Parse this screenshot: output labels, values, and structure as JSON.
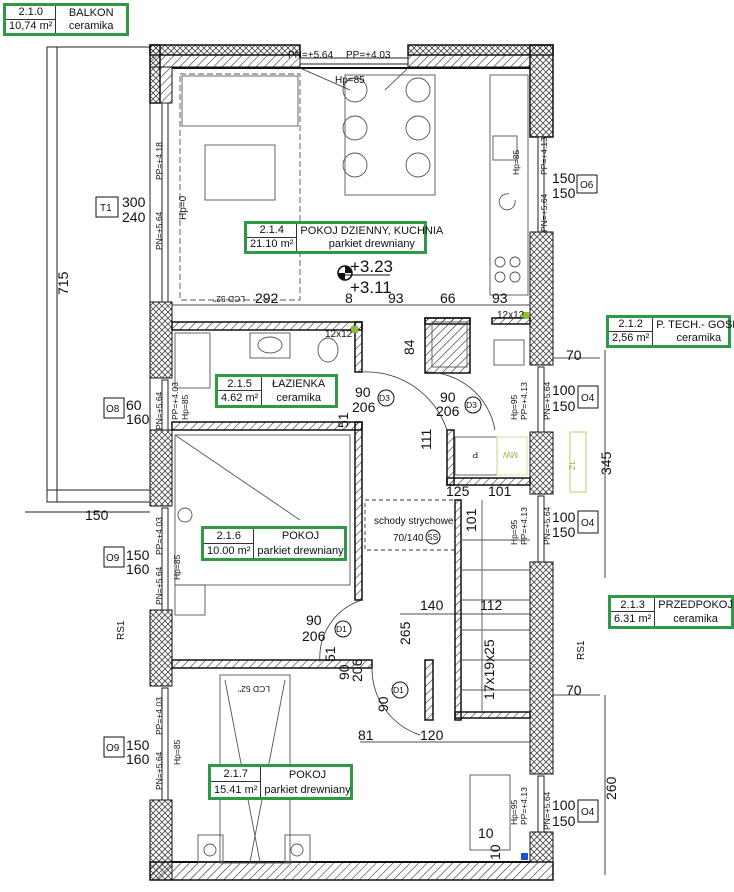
{
  "rooms": [
    {
      "id": "2.1.0",
      "name": "BALKON",
      "area": "10,74 m²",
      "floor": "ceramika"
    },
    {
      "id": "2.1.4",
      "name": "POKOJ DZIENNY, KUCHNIA",
      "area": "21.10 m²",
      "floor": "parkiet drewniany"
    },
    {
      "id": "2.1.2",
      "name": "P. TECH.- GOSP.",
      "area": "2,56 m²",
      "floor": "ceramika"
    },
    {
      "id": "2.1.5",
      "name": "ŁAZIENKA",
      "area": "4.62 m²",
      "floor": "ceramika"
    },
    {
      "id": "2.1.6",
      "name": "POKOJ",
      "area": "10.00 m²",
      "floor": "parkiet drewniany"
    },
    {
      "id": "2.1.3",
      "name": "PRZEDPOKOJ",
      "area": "6.31 m²",
      "floor": "ceramika"
    },
    {
      "id": "2.1.7",
      "name": "POKOJ",
      "area": "15.41 m²",
      "floor": "parkiet drewniany"
    }
  ],
  "levels": {
    "top": "+3.23",
    "bottom": "+3.11"
  },
  "tags": {
    "T1": "T1",
    "O6": "O6",
    "O8": "O8",
    "O4": "O4",
    "O9": "O9",
    "D3": "D3",
    "D1": "D1",
    "SS": "SS",
    "RS1": "RS1"
  },
  "annotations": {
    "pn": "PN=+5.64",
    "pp403": "PP=+4.03",
    "pp418": "PP=+4.18",
    "pp413": "PP=+4.13",
    "hp85": "Hp=85",
    "hp95": "Hp=95",
    "hp0": "Hp=0",
    "tile": "12x12",
    "stairs_label": "schody strychowe",
    "stairs_size": "70/140",
    "stairs_spec": "17x19x25",
    "wm": "MW",
    "p": "P",
    "zl": "ZL",
    "tv": "LCD 52\""
  },
  "dims": {
    "d715": "715",
    "d150": "150",
    "d300": "300",
    "d240": "240",
    "d292": "292",
    "d8": "8",
    "d93": "93",
    "d66": "66",
    "d84": "84",
    "d70": "70",
    "d345": "345",
    "d60": "60",
    "d160": "160",
    "d90": "90",
    "d206": "206",
    "d51": "51",
    "d111": "111",
    "d100": "100",
    "d125": "125",
    "d101": "101",
    "d140": "140",
    "d112": "112",
    "d265": "265",
    "d260": "260",
    "d81": "81",
    "d120": "120",
    "d10": "10"
  },
  "colors": {
    "label_border": "#2e9a48",
    "outlet": "#8dbb3a",
    "drain": "#1f4fd6"
  }
}
